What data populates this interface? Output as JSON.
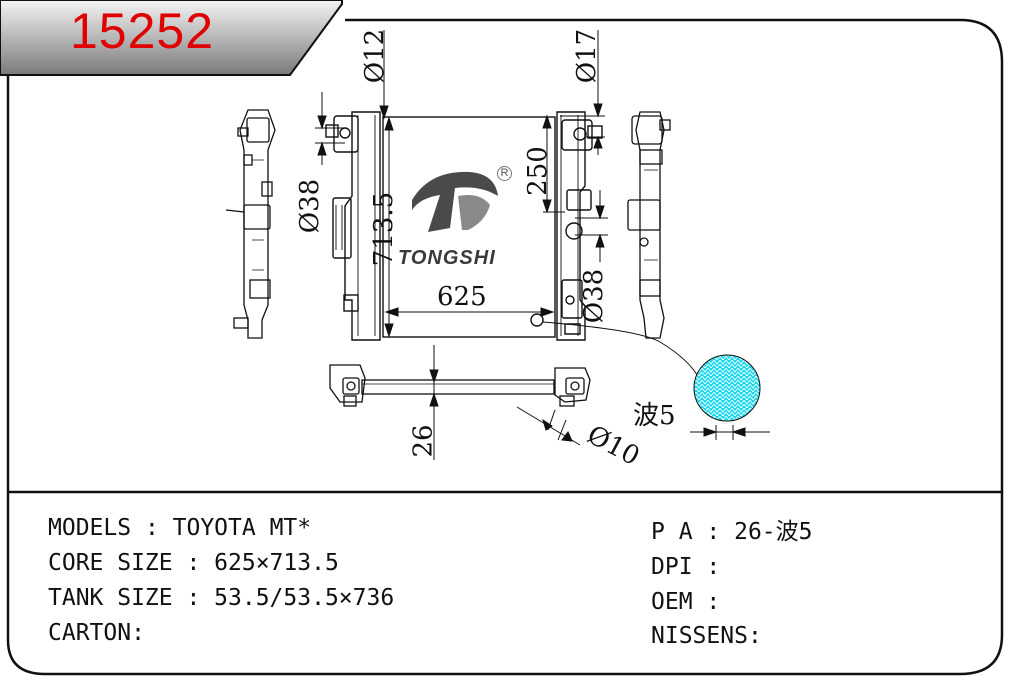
{
  "part_number": "15252",
  "brand": {
    "name": "TONGSHI",
    "registered_mark": "R"
  },
  "dimensions": {
    "inlet_diameter": "Ø12",
    "outlet_diameter": "Ø17",
    "left_pipe_diameter": "Ø38",
    "right_pipe_diameter": "Ø38",
    "core_height": "713.5",
    "core_width": "625",
    "outlet_height": "250",
    "thickness": "26",
    "drain_diameter": "Ø10",
    "fin_label": "波5"
  },
  "specs_left": [
    {
      "label": "MODELS",
      "sep": " : ",
      "value": "TOYOTA MT*"
    },
    {
      "label": "CORE SIZE",
      "sep": " : ",
      "value": "625×713.5"
    },
    {
      "label": "TANK SIZE",
      "sep": " : ",
      "value": "53.5/53.5×736"
    },
    {
      "label": "CARTON",
      "sep": ":",
      "value": ""
    }
  ],
  "specs_right": [
    {
      "label": "P A",
      "sep": " : ",
      "value": "26-波5"
    },
    {
      "label": "DPI",
      "sep": " :",
      "value": ""
    },
    {
      "label": "OEM",
      "sep": " :",
      "value": ""
    },
    {
      "label": "NISSENS",
      "sep": ":",
      "value": ""
    }
  ],
  "colors": {
    "part_number": "#e00000",
    "fin_fill": "#00d8e8",
    "line": "#111111"
  }
}
